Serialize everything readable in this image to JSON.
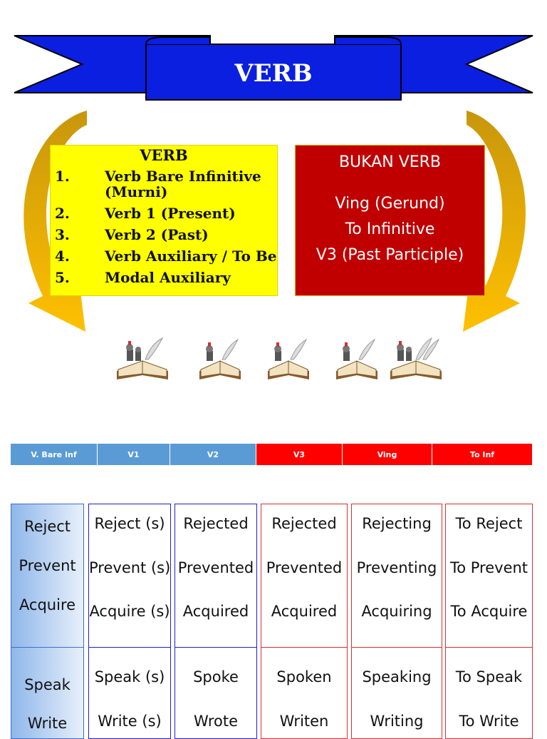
{
  "banner": {
    "title": "VERB"
  },
  "verb_box": {
    "title": "VERB",
    "items": [
      {
        "num": "1.",
        "text": "Verb Bare Infinitive (Murni)"
      },
      {
        "num": "2.",
        "text": "Verb 1 (Present)"
      },
      {
        "num": "3.",
        "text": "Verb 2 (Past)"
      },
      {
        "num": "4.",
        "text": "Verb Auxiliary / To Be"
      },
      {
        "num": "5.",
        "text": "Modal Auxiliary"
      }
    ]
  },
  "bukan_box": {
    "title": "BUKAN VERB",
    "lines": [
      "Ving (Gerund)",
      "To Infinitive",
      "V3 (Past Participle)"
    ]
  },
  "header": {
    "columns": [
      "V. Bare Inf",
      "V1",
      "V2",
      "V3",
      "Ving",
      "To Inf"
    ]
  },
  "table": {
    "columns": [
      [
        "Reject",
        "Prevent",
        "Acquire",
        "Speak",
        "Write"
      ],
      [
        "Reject (s)",
        "Prevent (s)",
        "Acquire (s)",
        "Speak (s)",
        "Write (s)"
      ],
      [
        "Rejected",
        "Prevented",
        "Acquired",
        "Spoke",
        "Wrote"
      ],
      [
        "Rejected",
        "Prevented",
        "Acquired",
        "Spoken",
        "Writen"
      ],
      [
        "Rejecting",
        "Preventing",
        "Acquiring",
        "Speaking",
        "Writing"
      ],
      [
        "To Reject",
        "To Prevent",
        "To Acquire",
        "To Speak",
        "To Write"
      ]
    ]
  },
  "colors": {
    "banner": "#0a1fe0",
    "arrow": "#f0b400",
    "verb_box": "#ffff00",
    "bukan_box": "#c00000",
    "header_blue": "#5b9bd5",
    "header_red": "#ff0000"
  },
  "icons": [
    "book-quill-icon",
    "book-quill-icon",
    "book-quill-icon",
    "book-quill-icon",
    "book-quill-icon"
  ]
}
